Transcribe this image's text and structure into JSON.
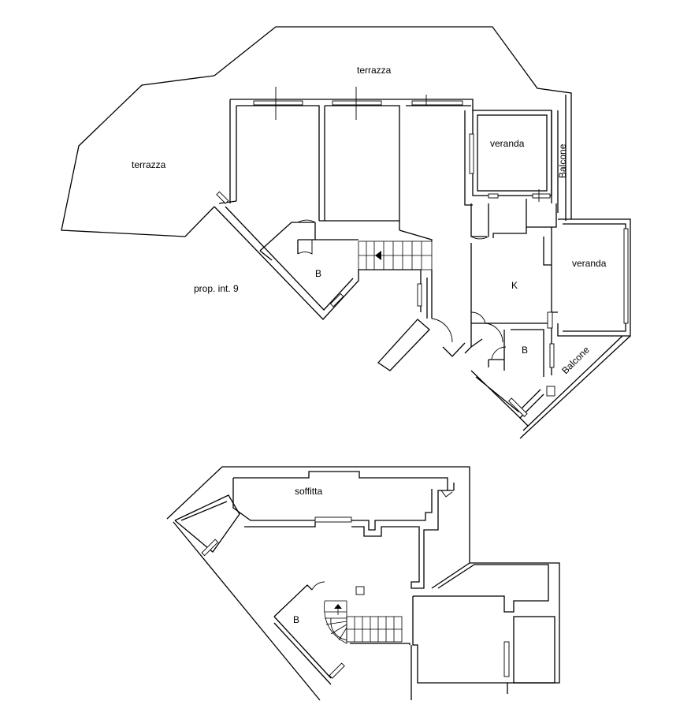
{
  "labels": {
    "terrazza_top": "terrazza",
    "terrazza_left": "terrazza",
    "veranda_top": "veranda",
    "veranda_right": "veranda",
    "balcone_vertical": "Balcone",
    "balcone_diagonal": "Balcone",
    "bath_left": "B",
    "kitchen": "K",
    "bath_right": "B",
    "prop_note": "prop. int. 9",
    "soffitta": "soffitta",
    "bath_attic": "B"
  },
  "colors": {
    "line": "#000000",
    "background": "#ffffff"
  }
}
